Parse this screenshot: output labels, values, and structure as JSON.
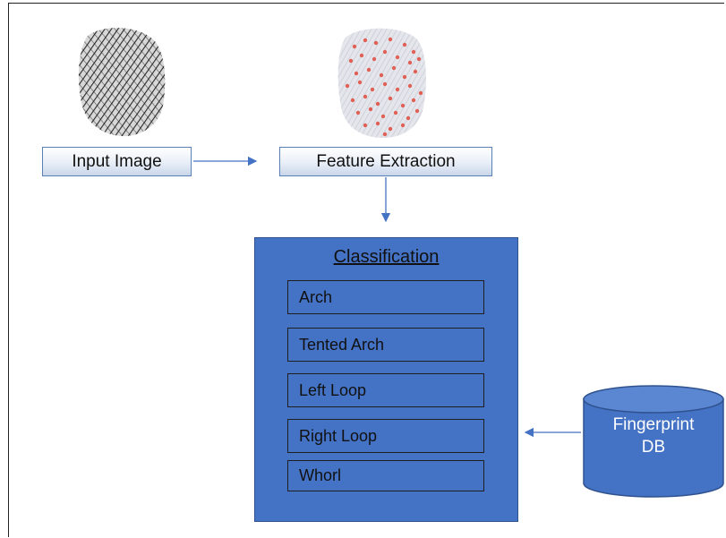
{
  "input_label": "Input Image",
  "feature_label": "Feature Extraction",
  "classification": {
    "title": "Classification",
    "items": [
      "Arch",
      "Tented Arch",
      "Left Loop",
      "Right Loop",
      "Whorl"
    ]
  },
  "database": {
    "line1": "Fingerprint",
    "line2": "DB"
  },
  "colors": {
    "panel_fill": "#4472c4",
    "panel_border": "#2f528f",
    "arrow": "#4472c4",
    "minutiae": "#e06055"
  }
}
